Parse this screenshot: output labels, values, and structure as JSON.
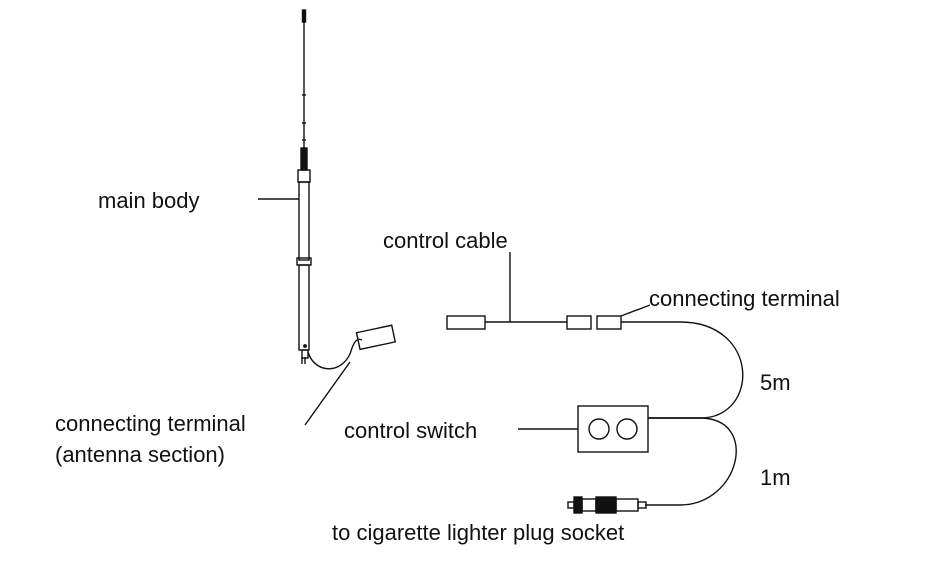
{
  "labels": {
    "main_body": "main body",
    "control_cable": "control cable",
    "connecting_terminal": "connecting terminal",
    "five_m": "5m",
    "connecting_terminal_antenna_line1": "connecting terminal",
    "connecting_terminal_antenna_line2": "(antenna section)",
    "control_switch": "control switch",
    "one_m": "1m",
    "cigarette": "to cigarette lighter plug socket"
  }
}
